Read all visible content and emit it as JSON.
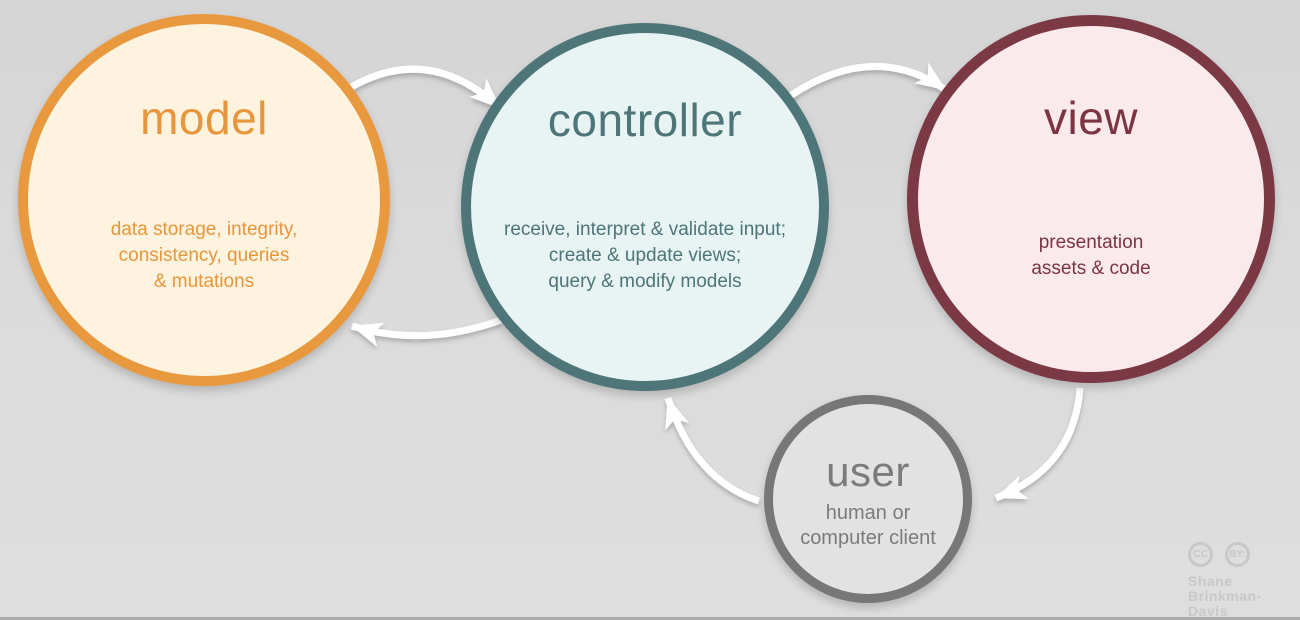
{
  "diagram": {
    "type": "mvc-architecture-cycle",
    "nodes": [
      {
        "id": "model",
        "label": "model",
        "description_lines": [
          "data storage, integrity,",
          "consistency, queries",
          "& mutations"
        ],
        "border_color": "#e9993d",
        "fill_color": "#fdf3de",
        "text_color": "#e8963c"
      },
      {
        "id": "controller",
        "label": "controller",
        "description_lines": [
          "receive, interpret & validate input;",
          "create & update views;",
          "query & modify models"
        ],
        "border_color": "#4e7578",
        "fill_color": "#e7f4f3",
        "text_color": "#4e7578"
      },
      {
        "id": "view",
        "label": "view",
        "description_lines": [
          "presentation",
          "assets & code"
        ],
        "border_color": "#7b3945",
        "fill_color": "#fbeaec",
        "text_color": "#7b3442"
      },
      {
        "id": "user",
        "label": "user",
        "description_lines": [
          "human or",
          "computer client"
        ],
        "border_color": "#777777",
        "fill_color": "#e2e2e2",
        "text_color": "#7b7b7b"
      }
    ],
    "edges": [
      {
        "from": "model",
        "to": "controller"
      },
      {
        "from": "controller",
        "to": "view"
      },
      {
        "from": "view",
        "to": "user"
      },
      {
        "from": "user",
        "to": "controller"
      },
      {
        "from": "controller",
        "to": "model"
      }
    ],
    "arrow_color": "#ffffff"
  },
  "attribution": {
    "cc_label": "CC",
    "by_label": "BY:",
    "author_line1": "Shane",
    "author_line2": "Brinkman-Davis",
    "watermark_color": "#c8c8c8"
  },
  "colors": {
    "background": "#dbdbdb",
    "bottom_edge": "#ababab"
  }
}
